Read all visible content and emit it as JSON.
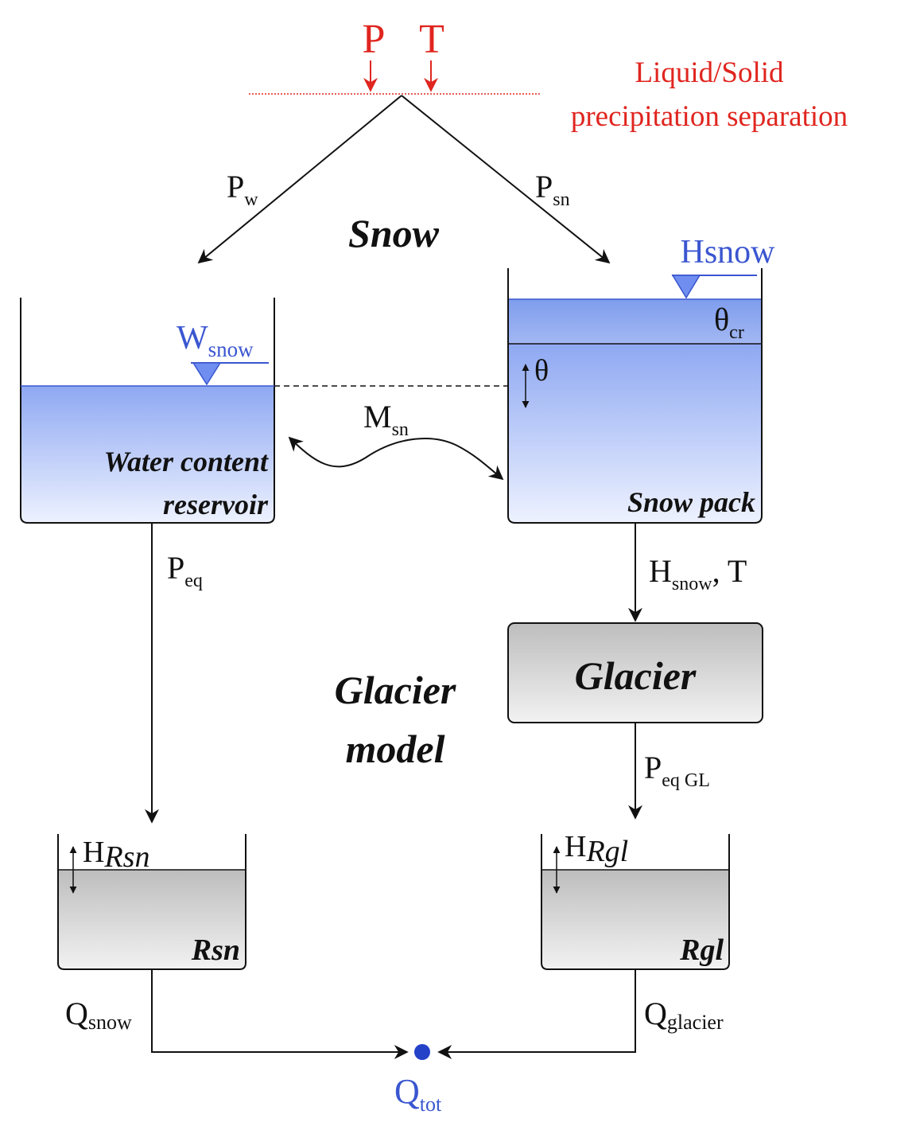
{
  "inputs": {
    "precip": "P",
    "temp": "T"
  },
  "separation": {
    "line1": "Liquid/Solid",
    "line2": "precipitation separation"
  },
  "flows": {
    "pw_main": "P",
    "pw_sub": "w",
    "psn_main": "P",
    "psn_sub": "sn",
    "msn_main": "M",
    "msn_sub": "sn",
    "peq_main": "P",
    "peq_sub": "eq",
    "hsnow_main": "H",
    "hsnow_sub": "snow",
    "hsnow_rest": ", T",
    "peqgl_main": "P",
    "peqgl_sub": "eq GL",
    "qsnow_main": "Q",
    "qsnow_sub": "snow",
    "qglacier_main": "Q",
    "qglacier_sub": "glacier",
    "qtot_main": "Q",
    "qtot_sub": "tot"
  },
  "sections": {
    "snow": "Snow",
    "glacier_line1": "Glacier",
    "glacier_line2": "model"
  },
  "reservoirs": {
    "water": {
      "label_line1": "Water content",
      "label_line2": "reservoir",
      "level_main": "W",
      "level_sub": "snow"
    },
    "snowpack": {
      "label": "Snow pack",
      "level": "Hsnow",
      "theta_cr_main": "θ",
      "theta_cr_sub": "cr",
      "theta": "θ"
    },
    "glacier": {
      "label": "Glacier"
    },
    "rsn": {
      "label": "Rsn",
      "level_main": "H",
      "level_sub": "Rsn"
    },
    "rgl": {
      "label": "Rgl",
      "level_main": "H",
      "level_sub": "Rgl"
    }
  },
  "colors": {
    "input_red": "#e0251f",
    "water_blue": "#3a56d0",
    "water_fill_top": "#8ea8f2",
    "water_fill_bottom": "#eef2ff",
    "gray_fill_top": "#bdbdbd",
    "gray_fill_bottom": "#f2f2f2",
    "outlet_dot": "#2442c8"
  }
}
